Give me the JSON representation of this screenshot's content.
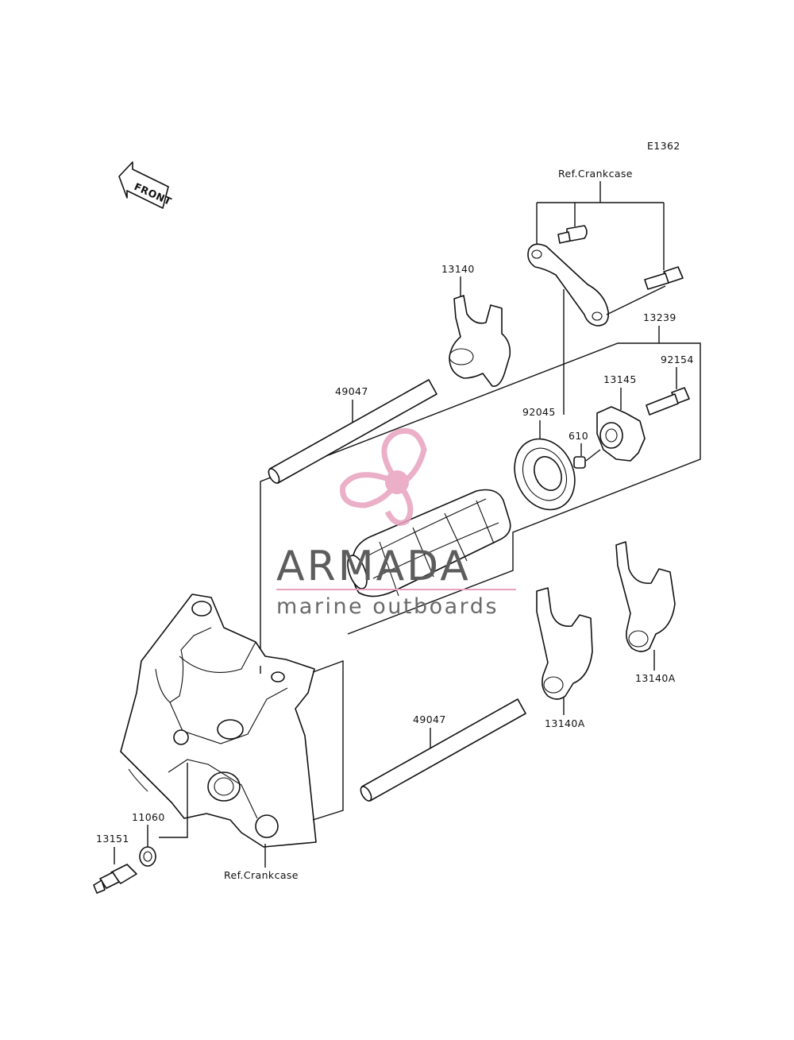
{
  "diagram_code": "E1362",
  "front_arrow": "FRONT",
  "labels": {
    "ref_crankcase_top": "Ref.Crankcase",
    "ref_crankcase_bottom": "Ref.Crankcase",
    "p13140": "13140",
    "p13239": "13239",
    "p92154": "92154",
    "p13145": "13145",
    "p49047_top": "49047",
    "p92045": "92045",
    "p610": "610",
    "p49047_bottom": "49047",
    "p13140A_left": "13140A",
    "p13140A_right": "13140A",
    "p11060": "11060",
    "p13151": "13151"
  },
  "watermark": {
    "brand": "ARMADA",
    "tagline": "marine outboards",
    "accent_color": "#e8a2bf",
    "text_color": "#5d5d5d"
  },
  "colors": {
    "line": "#111111",
    "background": "#ffffff"
  }
}
